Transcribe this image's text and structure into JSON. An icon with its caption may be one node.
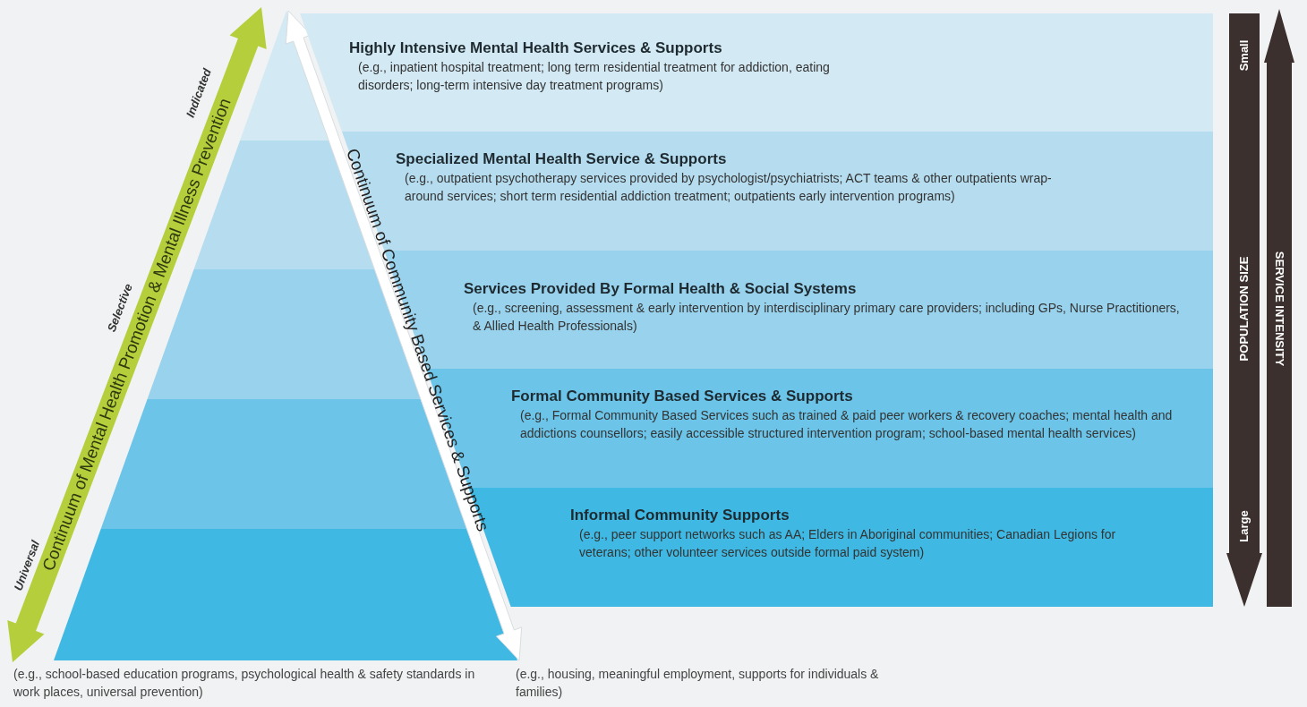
{
  "diagram": {
    "nodes": [
      {
        "text": [
          "Highly Intensive Mental Health Services & Supports",
          "(e.g., inpatient hospital treatment; long term residential treatment for addiction, eating disorders; long-term intensive day treatment programs)"
        ]
      },
      {
        "text": [
          "Specialized Mental Health Service & Supports",
          "(e.g., outpatient psychotherapy services provided by psychologist/psychiatrists; ACT teams & other outpatients wrap-around services; short term residential addiction treatment; outpatients early intervention programs)"
        ]
      },
      {
        "text": [
          "Services Provided By Formal Health & Social Systems",
          "(e.g., screening, assessment & early intervention by interdisciplinary primary care providers; including GPs, Nurse Practitioners, & Allied Health Professionals)"
        ]
      },
      {
        "text": [
          "Formal Community Based Services & Supports",
          "(e.g., Formal Community Based Services such as trained & paid peer workers & recovery coaches; mental health and addictions counsellors; easily accessible structured intervention program; school-based mental health services)"
        ]
      },
      {
        "text": [
          "Informal Community Supports",
          "(e.g., peer support networks such as AA; Elders in Aboriginal communities; Canadian Legions for veterans; other volunteer services outside formal paid system)"
        ]
      }
    ],
    "labels": [
      "Indicated",
      "Selective",
      "Universal",
      "Continuum of Mental Health Promotion & Mental Illness Prevention",
      "Continuum of Community Based Services & Supports",
      "Small",
      "Large",
      "POPULATION SIZE",
      "SERVICE INTENSITY",
      "(e.g., school-based education programs, psychological health & safety standards in work places, universal prevention)",
      "(e.g., housing, meaningful employment, supports for individuals & families)"
    ]
  }
}
